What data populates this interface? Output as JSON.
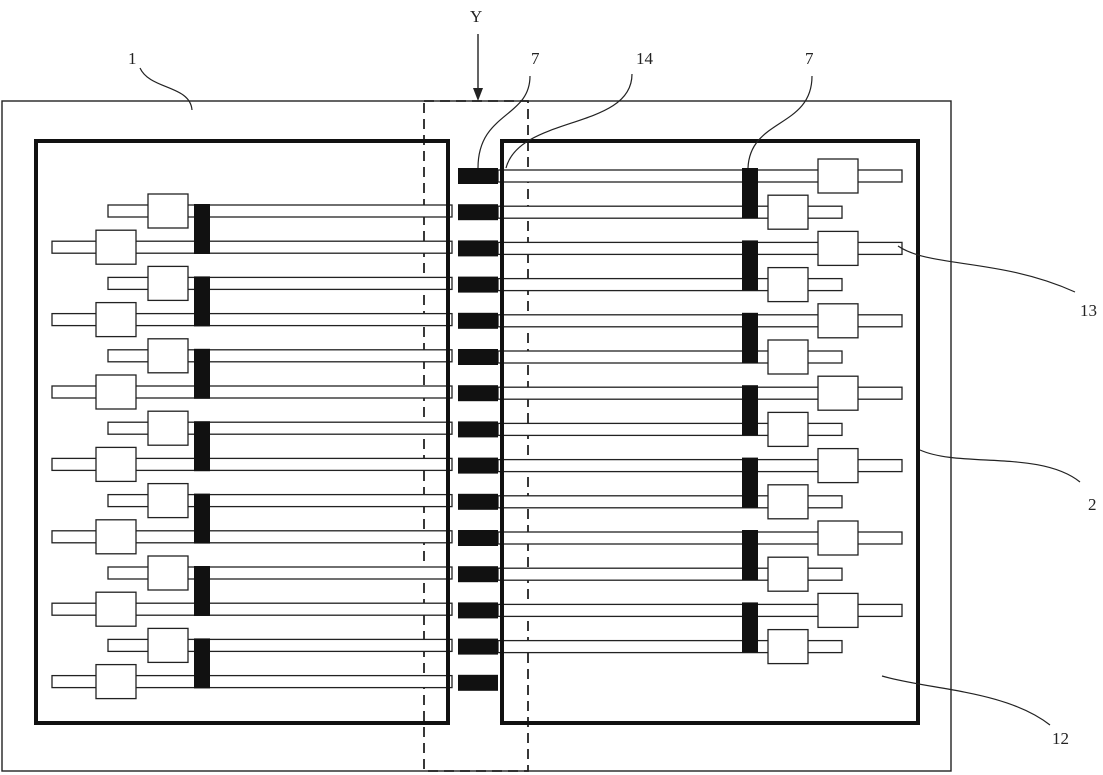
{
  "labels": {
    "y": "Y",
    "l1": "1",
    "l7a": "7",
    "l14": "14",
    "l7b": "7",
    "l13": "13",
    "l2": "2",
    "l12": "12"
  }
}
